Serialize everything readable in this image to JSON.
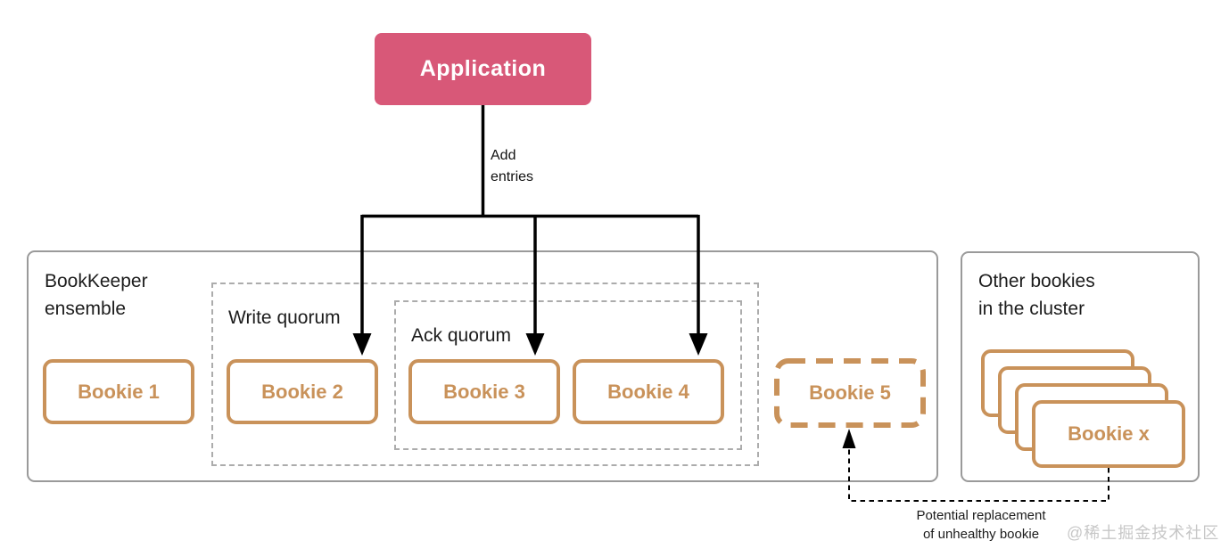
{
  "application": {
    "label": "Application"
  },
  "add_entries": {
    "line1": "Add",
    "line2": "entries"
  },
  "ensemble": {
    "label": {
      "line1": "BookKeeper",
      "line2": "ensemble"
    },
    "write_quorum": {
      "label": "Write quorum"
    },
    "ack_quorum": {
      "label": "Ack quorum"
    },
    "bookies": [
      {
        "label": "Bookie 1"
      },
      {
        "label": "Bookie 2"
      },
      {
        "label": "Bookie 3"
      },
      {
        "label": "Bookie 4"
      },
      {
        "label": "Bookie 5"
      }
    ]
  },
  "other_bookies": {
    "label": {
      "line1": "Other bookies",
      "line2": "in the cluster"
    },
    "front_card_label": "Bookie x"
  },
  "replacement_note": {
    "line1": "Potential replacement",
    "line2": "of unhealthy bookie"
  },
  "watermark": "@稀土掘金技术社区",
  "colors": {
    "application_fill": "#d85878",
    "bookie_accent": "#c9925a",
    "container_border": "#9a9a9a",
    "quorum_border": "#acacac",
    "connector": "#000000",
    "watermark": "#c7c7c7"
  }
}
